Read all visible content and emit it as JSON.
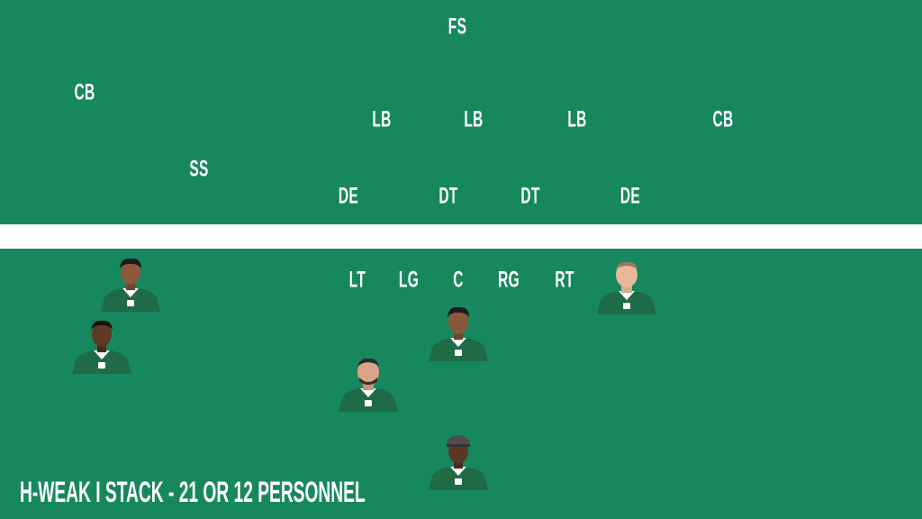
{
  "formation_title": "H-WEAK I STACK - 21 OR 12 PERSONNEL",
  "defense": {
    "fs": "FS",
    "cb_left": "CB",
    "cb_right": "CB",
    "ss": "SS",
    "lb_left": "LB",
    "lb_middle": "LB",
    "lb_right": "LB",
    "de_left": "DE",
    "dt_left": "DT",
    "dt_right": "DT",
    "de_right": "DE"
  },
  "offensive_line": {
    "lt": "LT",
    "lg": "LG",
    "c": "C",
    "rg": "RG",
    "rt": "RT"
  },
  "colors": {
    "field": "#17885E",
    "line_of_scrimmage": "#FFFFFF",
    "jersey": "#1F6B45",
    "text": "#FFFFFF"
  }
}
